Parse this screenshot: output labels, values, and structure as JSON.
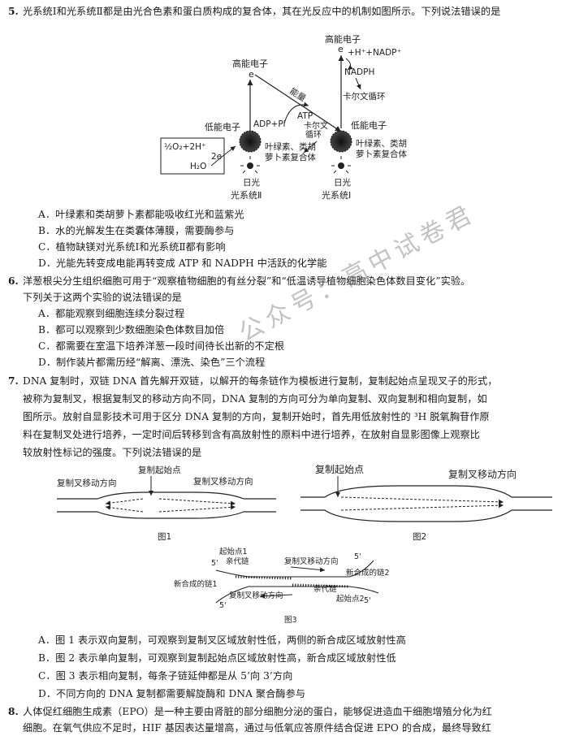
{
  "q5": {
    "number": "5.",
    "stem": "光系统Ⅰ和光系统Ⅱ都是由光合色素和蛋白质构成的复合体，其在光反应中的机制如图所示。下列说法错误的是",
    "diagram": {
      "high_e_1": "高能电子",
      "high_e_2": "高能电子",
      "e_label_1": "e",
      "e_label_2": "e",
      "energy": "能量",
      "atp": "ATP",
      "adp": "ADP+Pi",
      "calvin_1": "卡尔文",
      "calvin_2": "循环",
      "low_e_1": "低能电子",
      "low_e_2": "低能电子",
      "o2": "½O₂+2H⁺",
      "h2o": "H₂O",
      "two_e": "2e",
      "complex_1a": "叶绿素、类胡",
      "complex_1b": "萝卜素复合体",
      "complex_2a": "叶绿素、类胡",
      "complex_2b": "萝卜素复合体",
      "sun_1": "日光",
      "sun_2": "日光",
      "ps2": "光系统Ⅱ",
      "ps1": "光系统Ⅰ",
      "nadp": "+H⁺+NADP⁺",
      "nadph": "NADPH",
      "calvin_cycle": "卡尔文循环"
    },
    "options": [
      "A．叶绿素和类胡萝卜素都能吸收红光和蓝紫光",
      "B．水的光解发生在类囊体薄膜，需要酶参与",
      "C．植物缺镁对光系统Ⅰ和光系统Ⅱ都有影响",
      "D．光能先转变成电能再转变成 ATP 和 NADPH 中活跃的化学能"
    ]
  },
  "q6": {
    "number": "6.",
    "stem_1": "洋葱根尖分生组织细胞可用于“观察植物细胞的有丝分裂”和“低温诱导植物细胞染色体数目变化”实验。",
    "stem_2": "下列关于这两个实验的说法错误的是",
    "options": [
      "A．都能观察到细胞连续分裂过程",
      "B．都可以观察到少数细胞染色体数目加倍",
      "C．都需要在室温下培养洋葱一段时间待长出新的不定根",
      "D．制作装片都需历经“解离、漂洗、染色”三个流程"
    ]
  },
  "q7": {
    "number": "7.",
    "stem_lines": [
      "DNA 复制时，双链 DNA 首先解开双链，以解开的每条链作为模板进行复制，复制起始点呈现叉子的形式，",
      "被称为复制叉，根据复制叉的移动方向不同，DNA 复制的方向可分为单向复制、双向复制和相向复制，如",
      "图所示。放射自显影技术可用于区分 DNA 复制的方向，复制开始时，首先用低放射性的 ³H 脱氧胸苷作原",
      "料在复制叉处进行培养，一定时间后转移到含有高放射性的原料中进行培养，在放射自显影图像上观察比",
      "较放射性标记的强度。下列说法错误的是"
    ],
    "fig1": {
      "origin": "复制起始点",
      "fork_left": "复制叉移动方向",
      "fork_right": "复制叉移动方向",
      "caption": "图1"
    },
    "fig2": {
      "origin": "复制起始点",
      "fork": "复制叉移动方向",
      "caption": "图2"
    },
    "fig3": {
      "origin1": "起始点1",
      "parent1": "亲代链",
      "fork_top": "复制叉移动方向",
      "five_a": "5'",
      "five_b": "5'",
      "new1": "新合成的链1",
      "new2": "新合成的链2",
      "parent2": "亲代链",
      "five_c": "5'",
      "fork_bottom": "复制叉移动方向",
      "origin2": "起始点2",
      "five_d": "5'",
      "caption": "图3"
    },
    "options": [
      "A．图 1 表示双向复制，可观察到复制叉区域放射性低，两侧的新合成区域放射性高",
      "B．图 2 表示单向复制，可观察到复制起始点区域放射性高，新合成区域放射性低",
      "C．图 3 表示相向复制，每条子链延伸都是从 5’向 3’方向",
      "D．不同方向的 DNA 复制都需要解旋酶和 DNA 聚合酶参与"
    ]
  },
  "q8": {
    "number": "8.",
    "stem_1": "人体促红细胞生成素（EPO）是一种主要由肾脏的部分细胞分泌的蛋白，能够促进造血干细胞增殖分化为红",
    "stem_2": "细胞。在氧气供应不足时，HIF 基因表达量增高，通过与低氧应答原件结合促进 EPO 的合成，最终导致红"
  },
  "watermark": "公众号：高中试卷君"
}
